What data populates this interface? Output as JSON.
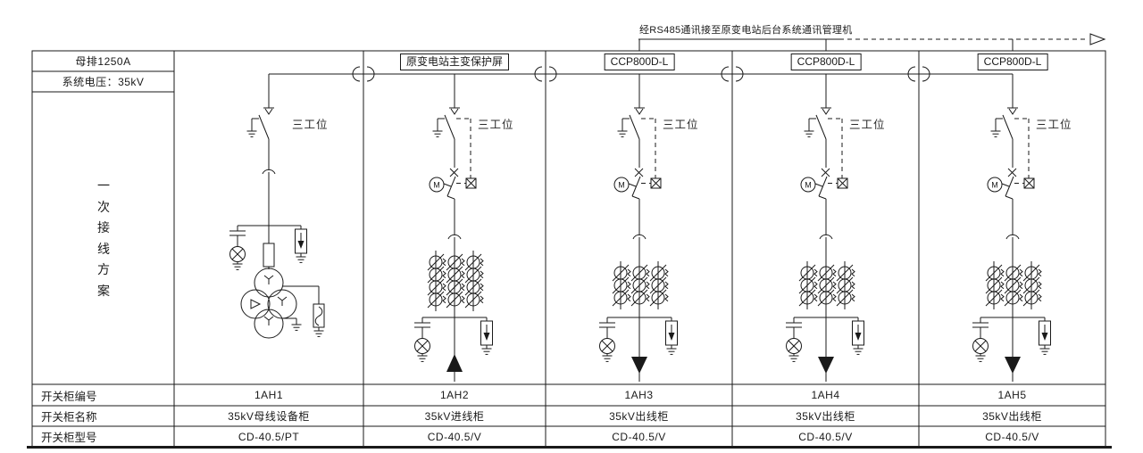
{
  "comm": {
    "label": "经RS485通讯接至原变电站后台系统通讯管理机",
    "arrow_icon": "right-open-triangle-arrow",
    "line_style": "dashed"
  },
  "sidebar": {
    "bus_label": "母排1250A",
    "voltage_label": "系统电压：35kV",
    "scheme_title": "一次接线方案"
  },
  "table": {
    "row_labels": [
      "开关柜编号",
      "开关柜名称",
      "开关柜型号"
    ]
  },
  "symbols": {
    "motor_operator": "M",
    "switch_type_note": "three-position-switch",
    "lamp_icon": "circle-x-indicator",
    "arrester_icon": "surge-arrester",
    "earth_icon": "ground"
  },
  "columns": [
    {
      "header": "",
      "switch_label": "三工位",
      "code": "1AH1",
      "name": "35kV母线设备柜",
      "model": "CD-40.5/PT",
      "circuit": {
        "type": "pt",
        "comm_tap": false
      }
    },
    {
      "header": "原变电站主变保护屏",
      "switch_label": "三工位",
      "code": "1AH2",
      "name": "35kV进线柜",
      "model": "CD-40.5/V",
      "circuit": {
        "type": "feeder",
        "ct_rows": 4,
        "arrow": "up",
        "comm_tap": false
      }
    },
    {
      "header": "CCP800D-L",
      "switch_label": "三工位",
      "code": "1AH3",
      "name": "35kV出线柜",
      "model": "CD-40.5/V",
      "circuit": {
        "type": "feeder",
        "ct_rows": 3,
        "arrow": "down",
        "comm_tap": true
      }
    },
    {
      "header": "CCP800D-L",
      "switch_label": "三工位",
      "code": "1AH4",
      "name": "35kV出线柜",
      "model": "CD-40.5/V",
      "circuit": {
        "type": "feeder",
        "ct_rows": 3,
        "arrow": "down",
        "comm_tap": true
      }
    },
    {
      "header": "CCP800D-L",
      "switch_label": "三工位",
      "code": "1AH5",
      "name": "35kV出线柜",
      "model": "CD-40.5/V",
      "circuit": {
        "type": "feeder",
        "ct_rows": 3,
        "arrow": "down",
        "comm_tap": true
      }
    }
  ],
  "colors": {
    "line": "#1a1a1a",
    "background": "#ffffff"
  }
}
